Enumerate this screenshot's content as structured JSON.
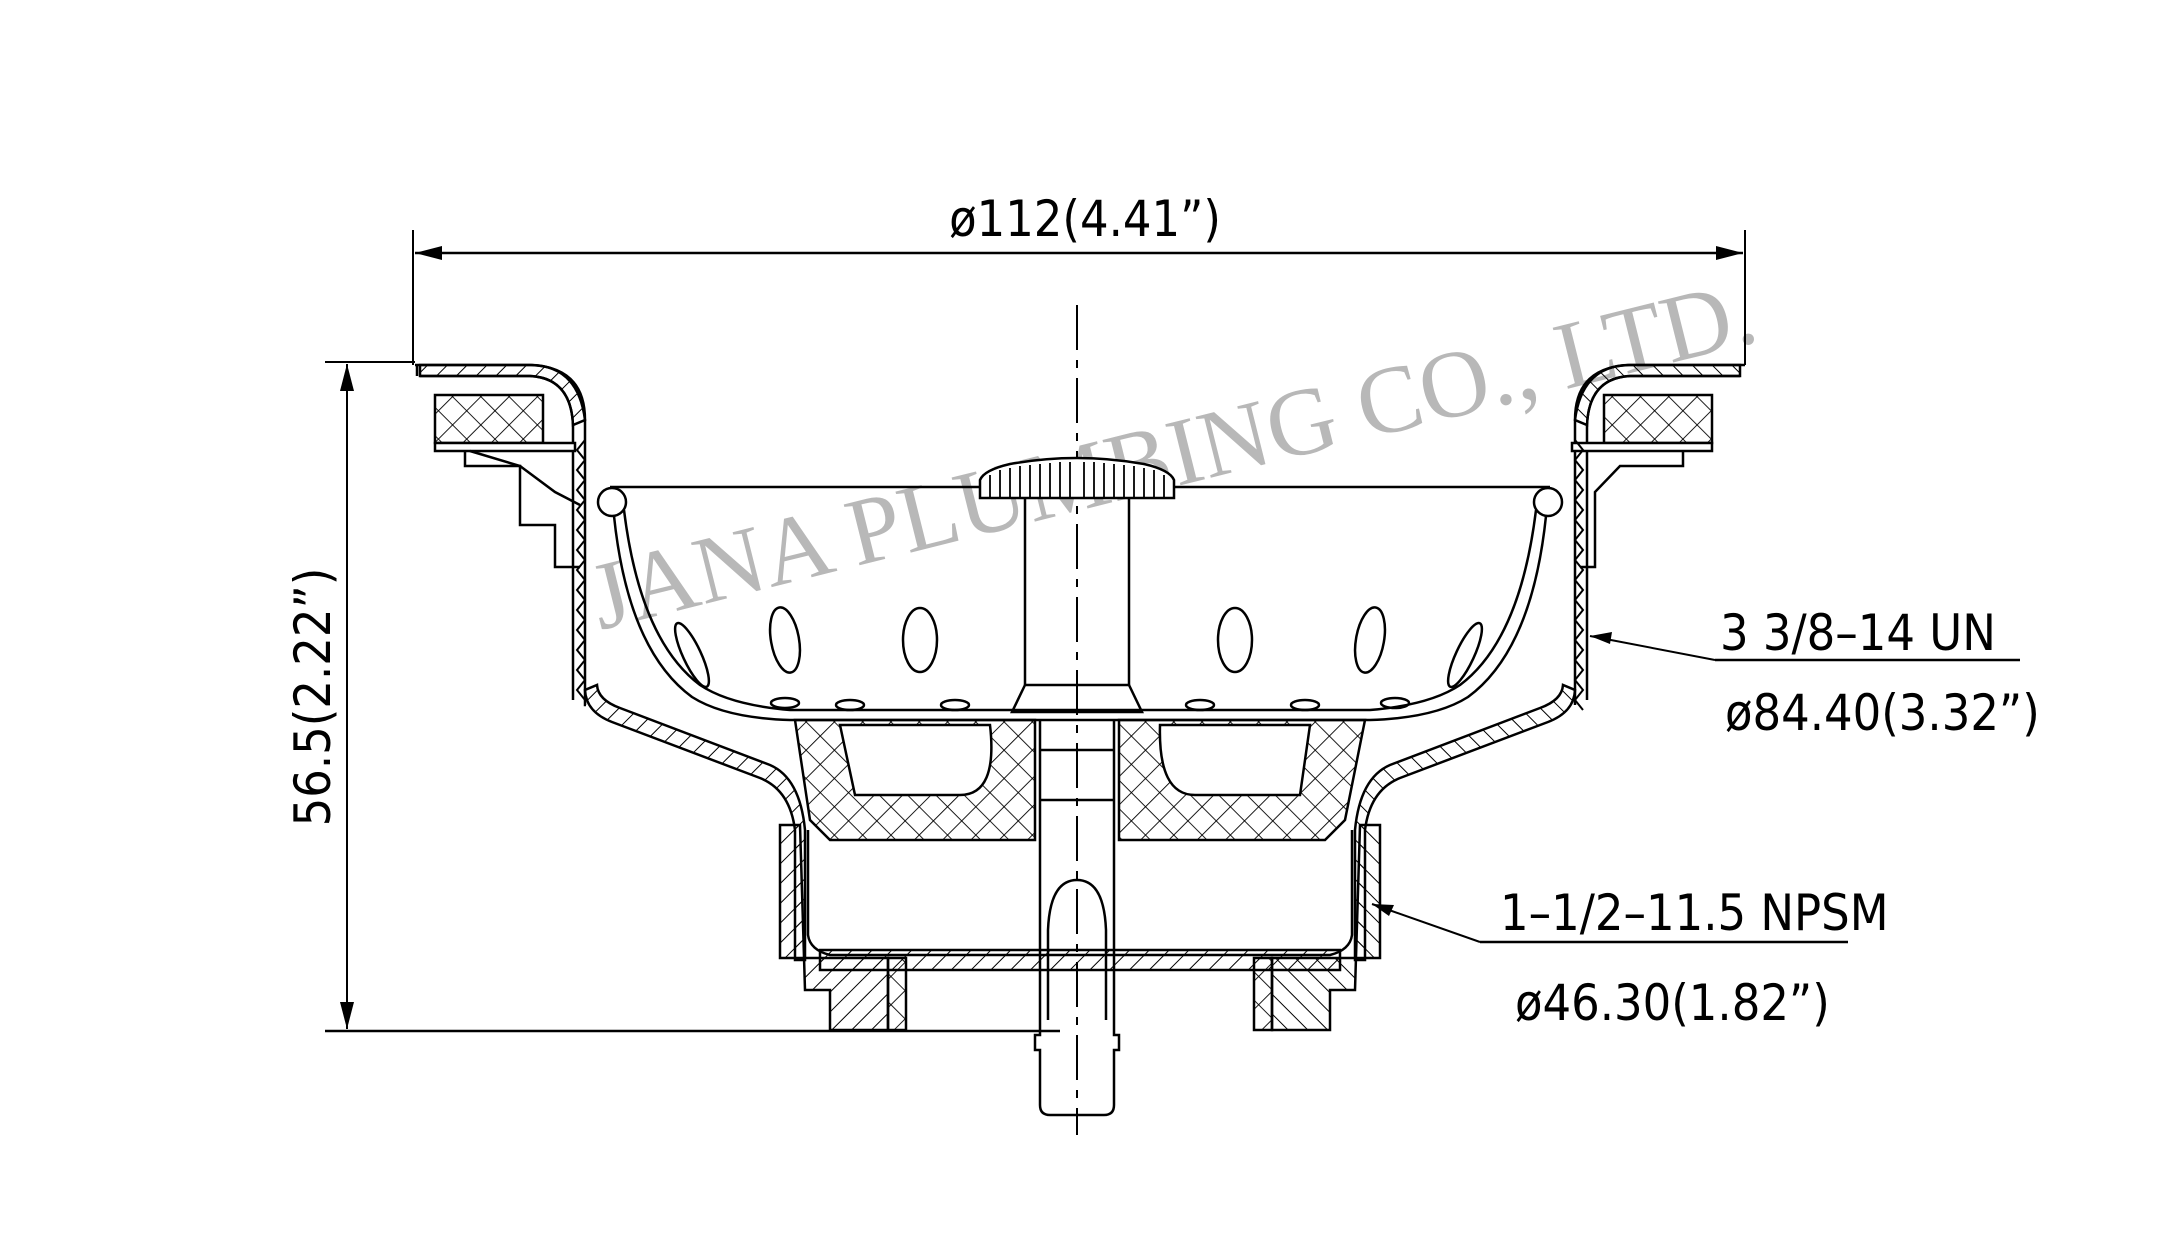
{
  "drawing": {
    "title": "Sink basket strainer cross-section",
    "watermark": "JANA PLUMBING CO., LTD.",
    "colors": {
      "line": "#000000",
      "watermark": "#b8b8b8",
      "background": "#ffffff"
    }
  },
  "dimensions": {
    "overall_diameter": "ø112(4.41”)",
    "overall_height": "56.5(2.22”)",
    "body_thread": "3 3/8–14 UN",
    "body_thread_diameter": "ø84.40(3.32”)",
    "tail_thread": "1–1/2–11.5 NPSM",
    "tail_thread_diameter": "ø46.30(1.82”)"
  }
}
